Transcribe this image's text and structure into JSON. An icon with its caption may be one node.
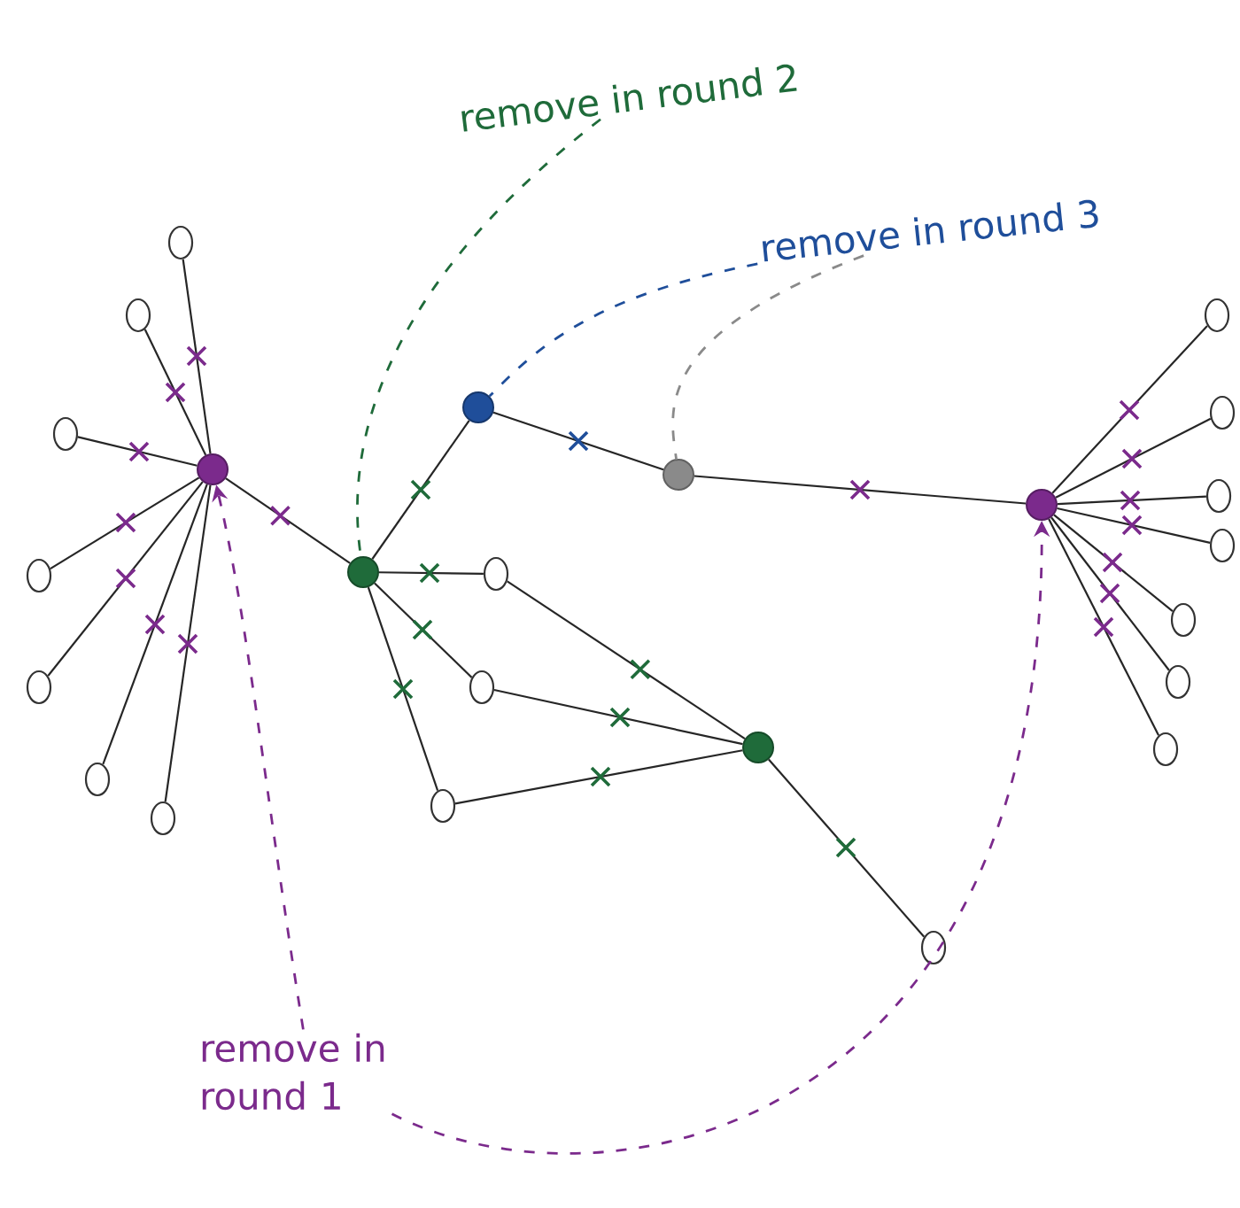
{
  "diagram": {
    "nodes": [
      {
        "text": [
          "remove in round 2"
        ]
      },
      {
        "text": [
          "remove in round 3"
        ]
      },
      {
        "text": [
          "remove in round 1"
        ]
      },
      {
        "text": [],
        "shape": "circle"
      },
      {
        "text": [],
        "shape": "circle"
      },
      {
        "text": [],
        "shape": "circle"
      },
      {
        "text": [],
        "shape": "circle"
      },
      {
        "text": [],
        "shape": "circle"
      },
      {
        "text": [],
        "shape": "circle"
      },
      {
        "text": [],
        "shape": "circle"
      },
      {
        "text": [],
        "shape": "circle"
      },
      {
        "text": [],
        "shape": "circle"
      },
      {
        "text": [],
        "shape": "circle"
      },
      {
        "text": [],
        "shape": "circle"
      },
      {
        "text": [],
        "shape": "circle"
      },
      {
        "text": [],
        "shape": "circle"
      },
      {
        "text": [],
        "shape": "circle"
      },
      {
        "text": [],
        "shape": "circle"
      },
      {
        "text": [],
        "shape": "circle"
      },
      {
        "text": [],
        "shape": "circle"
      },
      {
        "text": [],
        "shape": "circle"
      },
      {
        "text": [],
        "shape": "circle"
      },
      {
        "text": [],
        "shape": "circle"
      },
      {
        "text": [],
        "shape": "circle"
      },
      {
        "text": [],
        "shape": "circle"
      },
      {
        "text": [],
        "shape": "circle"
      },
      {
        "text": [],
        "shape": "circle"
      }
    ],
    "edges": [
      {
        "from": 0,
        "to": 4,
        "arrow": "none",
        "style": "dashed",
        "color": "#1f6b3a"
      },
      {
        "from": 1,
        "to": 5,
        "arrow": "none",
        "style": "dashed",
        "color": "#1f4e9a"
      },
      {
        "from": 1,
        "to": 6,
        "arrow": "none",
        "style": "dashed",
        "color": "#8a8a8a"
      },
      {
        "from": 2,
        "to": 3,
        "arrow": "to",
        "style": "dashed",
        "color": "#7b2a8c"
      },
      {
        "from": 2,
        "to": 7,
        "arrow": "to",
        "style": "dashed",
        "color": "#7b2a8c"
      },
      {
        "from": 3,
        "to": 9,
        "arrow": "none"
      },
      {
        "from": 3,
        "to": 10,
        "arrow": "none"
      },
      {
        "from": 3,
        "to": 11,
        "arrow": "none"
      },
      {
        "from": 3,
        "to": 12,
        "arrow": "none"
      },
      {
        "from": 3,
        "to": 13,
        "arrow": "none"
      },
      {
        "from": 3,
        "to": 14,
        "arrow": "none"
      },
      {
        "from": 3,
        "to": 15,
        "arrow": "none"
      },
      {
        "from": 3,
        "to": 4,
        "arrow": "none"
      },
      {
        "from": 4,
        "to": 5,
        "arrow": "none"
      },
      {
        "from": 5,
        "to": 6,
        "arrow": "none"
      },
      {
        "from": 6,
        "to": 7,
        "arrow": "none"
      },
      {
        "from": 4,
        "to": 16,
        "arrow": "none"
      },
      {
        "from": 4,
        "to": 17,
        "arrow": "none"
      },
      {
        "from": 4,
        "to": 18,
        "arrow": "none"
      },
      {
        "from": 16,
        "to": 8,
        "arrow": "none"
      },
      {
        "from": 17,
        "to": 8,
        "arrow": "none"
      },
      {
        "from": 18,
        "to": 8,
        "arrow": "none"
      },
      {
        "from": 8,
        "to": 19,
        "arrow": "none"
      },
      {
        "from": 7,
        "to": 20,
        "arrow": "none"
      },
      {
        "from": 7,
        "to": 21,
        "arrow": "none"
      },
      {
        "from": 7,
        "to": 22,
        "arrow": "none"
      },
      {
        "from": 7,
        "to": 23,
        "arrow": "none"
      },
      {
        "from": 7,
        "to": 24,
        "arrow": "none"
      },
      {
        "from": 7,
        "to": 25,
        "arrow": "none"
      },
      {
        "from": 7,
        "to": 26,
        "arrow": "none"
      }
    ]
  }
}
